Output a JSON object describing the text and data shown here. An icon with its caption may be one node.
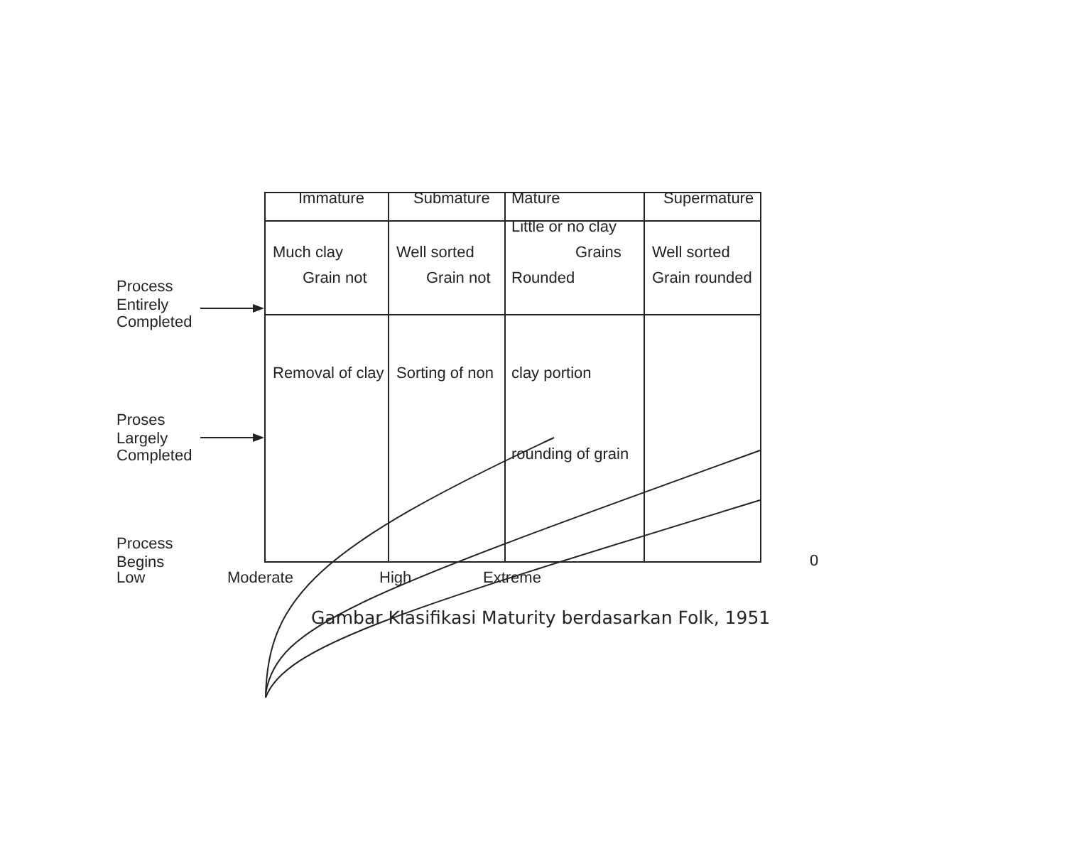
{
  "diagram": {
    "caption": "Gambar Klasifikasi Maturity berdasarkan Folk, 1951",
    "nodes": [
      {
        "text": [
          "Process Entirely Completed"
        ]
      },
      {
        "text": [
          "Proses Largely Completed"
        ]
      },
      {
        "text": [],
        "shape": "box"
      }
    ],
    "edges": [
      {
        "from": 0,
        "to": 2,
        "arrow": "to"
      },
      {
        "from": 1,
        "to": 2,
        "arrow": "to"
      }
    ],
    "labels": [
      "Immature",
      "Submature",
      "Mature",
      "Supermature",
      "Much clay",
      "Grain not",
      "Well sorted",
      "Grain not",
      "Little or no clay",
      "Grains",
      "Rounded",
      "Well sorted",
      "Grain rounded",
      "Removal of clay",
      "Sorting of non",
      "clay portion",
      "rounding of grain",
      "Process Begins",
      "Low",
      "Moderate",
      "High",
      "Extreme",
      "0"
    ]
  }
}
